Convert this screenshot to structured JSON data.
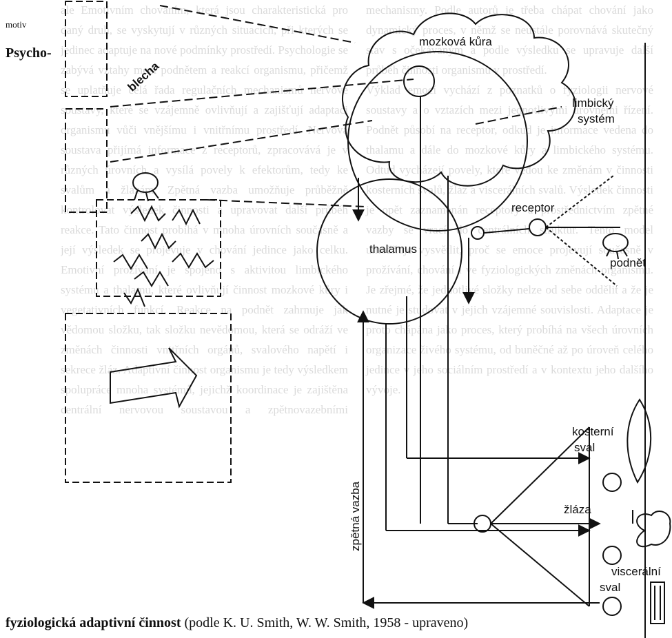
{
  "side": {
    "motiv": "motiv",
    "psycho": "Psycho-"
  },
  "diagram": {
    "labels": {
      "blecha": "blecha",
      "cortex": "mozková kůra",
      "limbic_line1": "limbický",
      "limbic_line2": "systém",
      "receptor": "receptor",
      "thalamus": "thalamus",
      "stimulus": "podnět",
      "skeletal_line1": "kosterní",
      "skeletal_line2": "sval",
      "gland": "žláza",
      "visceral_line1": "viscerální",
      "visceral_line2": "sval",
      "feedback": "zpětná vazba"
    }
  },
  "caption": {
    "bold": "fyziologická adaptivní činnost",
    "rest": " (podle K. U. Smith, W. W. Smith, 1958 - upraveno)"
  }
}
